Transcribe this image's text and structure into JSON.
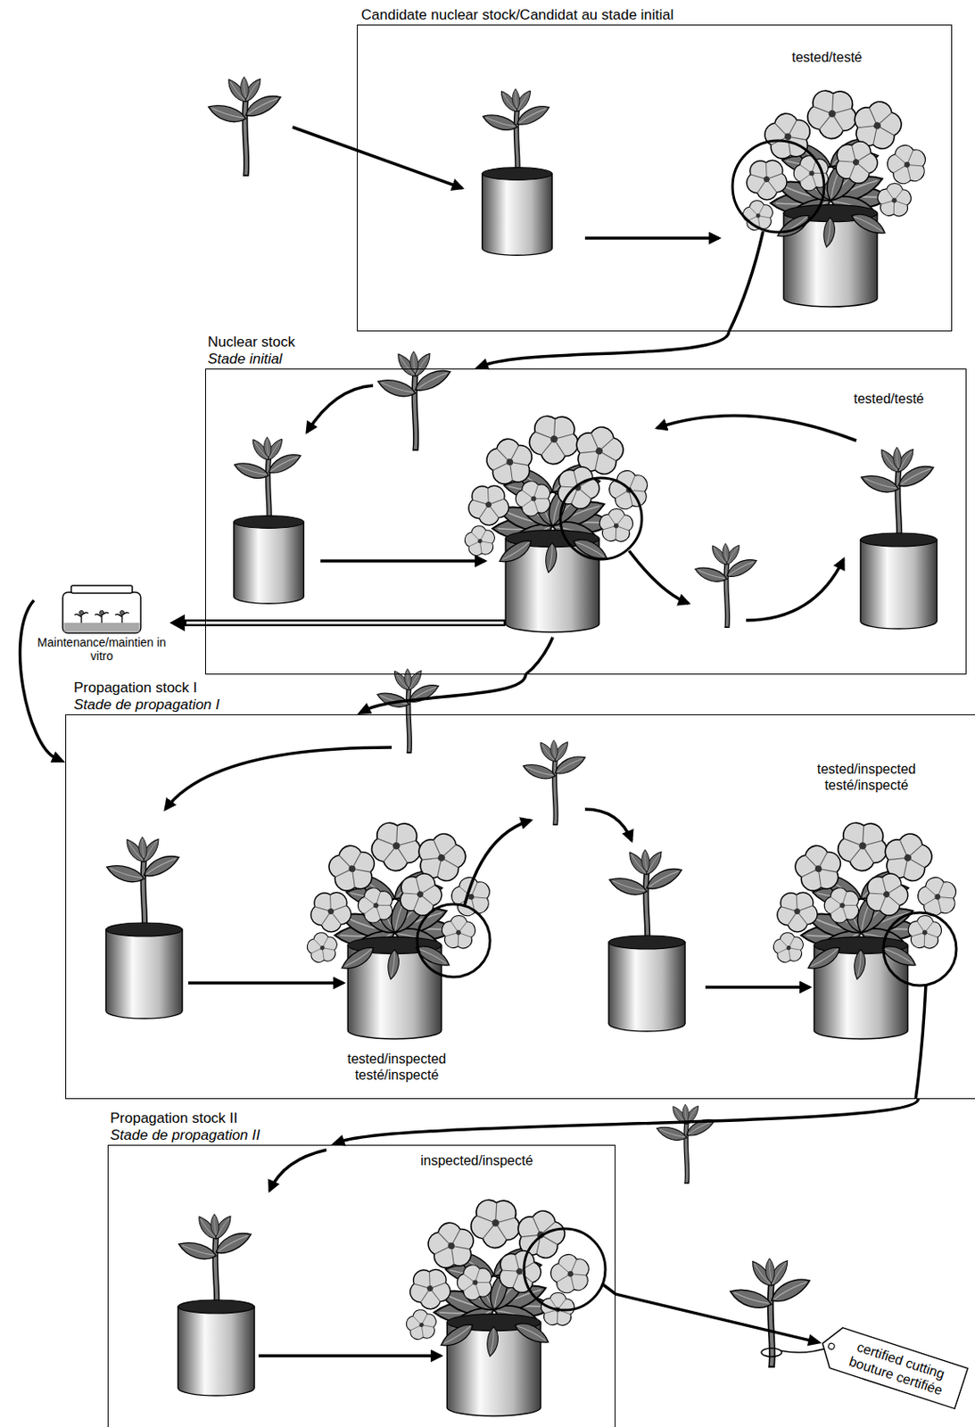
{
  "diagram": {
    "nodes": [
      {
        "text": [
          "Candidate nuclear stock/Candidat au stade initial"
        ]
      },
      {
        "text": [
          "Nuclear stock",
          "Stade initial"
        ]
      },
      {
        "text": [
          "Maintenance/maintien in vitro"
        ]
      },
      {
        "text": [
          "Propagation stock I",
          "Stade de propagation I"
        ]
      },
      {
        "text": [
          "Propagation stock II",
          "Stade de propagation II"
        ]
      },
      {
        "text": [
          "certified cutting bouture certifiée"
        ]
      }
    ],
    "edges": [
      {
        "from": 0,
        "to": 1,
        "arrow": "to"
      },
      {
        "from": 1,
        "to": 2,
        "arrow": "to"
      },
      {
        "from": 2,
        "to": 3,
        "arrow": "to"
      },
      {
        "from": 1,
        "to": 3,
        "arrow": "to"
      },
      {
        "from": 3,
        "to": 4,
        "arrow": "to"
      },
      {
        "from": 4,
        "to": 5,
        "arrow": "to"
      }
    ],
    "labels": [
      "tested/testé",
      "tested/testé",
      "tested/inspected testé/inspecté",
      "tested/inspected testé/inspecté",
      "inspected/inspecté"
    ]
  }
}
